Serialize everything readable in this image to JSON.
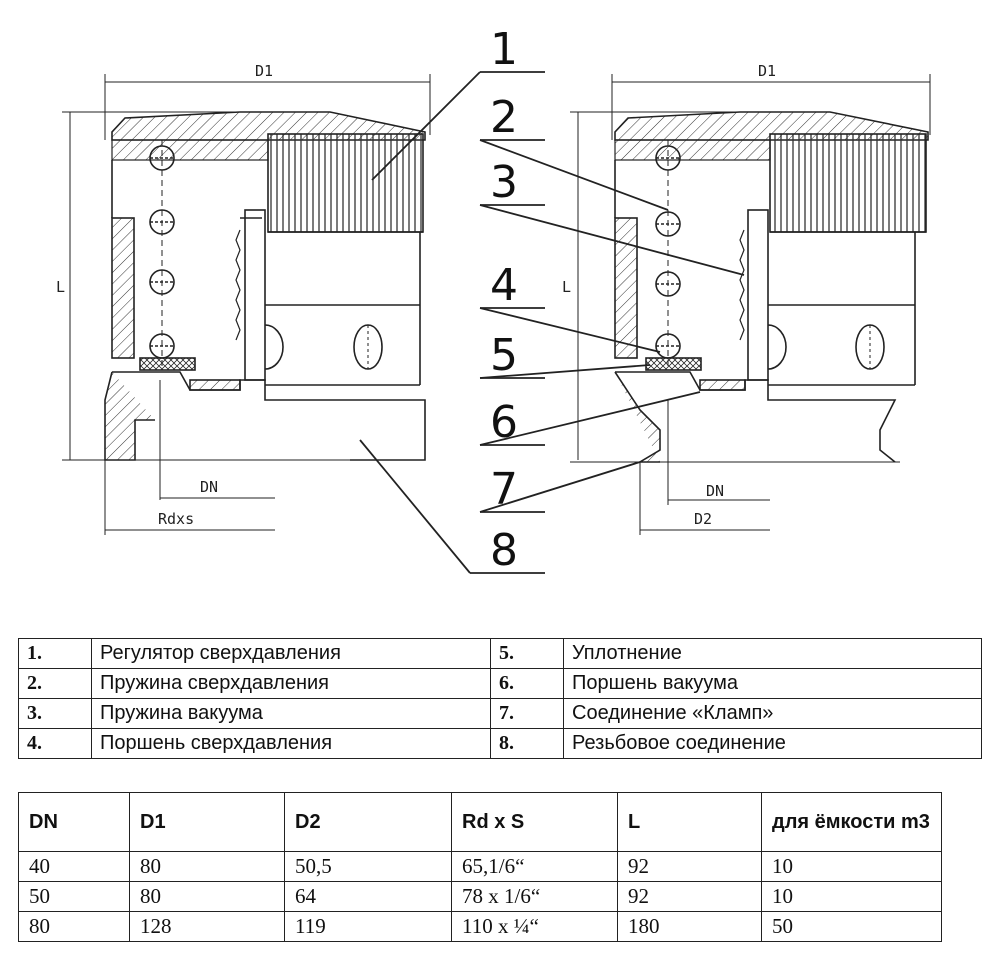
{
  "drawing": {
    "callouts": [
      "1",
      "2",
      "3",
      "4",
      "5",
      "6",
      "7",
      "8"
    ],
    "left_view": {
      "d1": "D1",
      "l": "L",
      "dn": "DN",
      "rdxs": "Rdxs"
    },
    "right_view": {
      "d1": "D1",
      "l": "L",
      "dn": "DN",
      "d2": "D2"
    }
  },
  "legend": [
    {
      "left_num": "1.",
      "left_label": "Регулятор сверхдавления",
      "right_num": "5.",
      "right_label": "Уплотнение"
    },
    {
      "left_num": "2.",
      "left_label": "Пружина сверхдавления",
      "right_num": "6.",
      "right_label": "Поршень вакуума"
    },
    {
      "left_num": "3.",
      "left_label": "Пружина вакуума",
      "right_num": "7.",
      "right_label": "Соединение «Кламп»"
    },
    {
      "left_num": "4.",
      "left_label": "Поршень сверхдавления",
      "right_num": "8.",
      "right_label": "Резьбовое соединение"
    }
  ],
  "specs": {
    "headers": [
      "DN",
      "D1",
      "D2",
      "Rd x S",
      "L",
      "для ёмкости m3"
    ],
    "rows": [
      [
        "40",
        "80",
        "50,5",
        "65,1/6“",
        "92",
        "10"
      ],
      [
        "50",
        "80",
        "64",
        "78 x 1/6“",
        "92",
        "10"
      ],
      [
        "80",
        "128",
        "119",
        "110 x ¼“",
        "180",
        "50"
      ]
    ]
  }
}
